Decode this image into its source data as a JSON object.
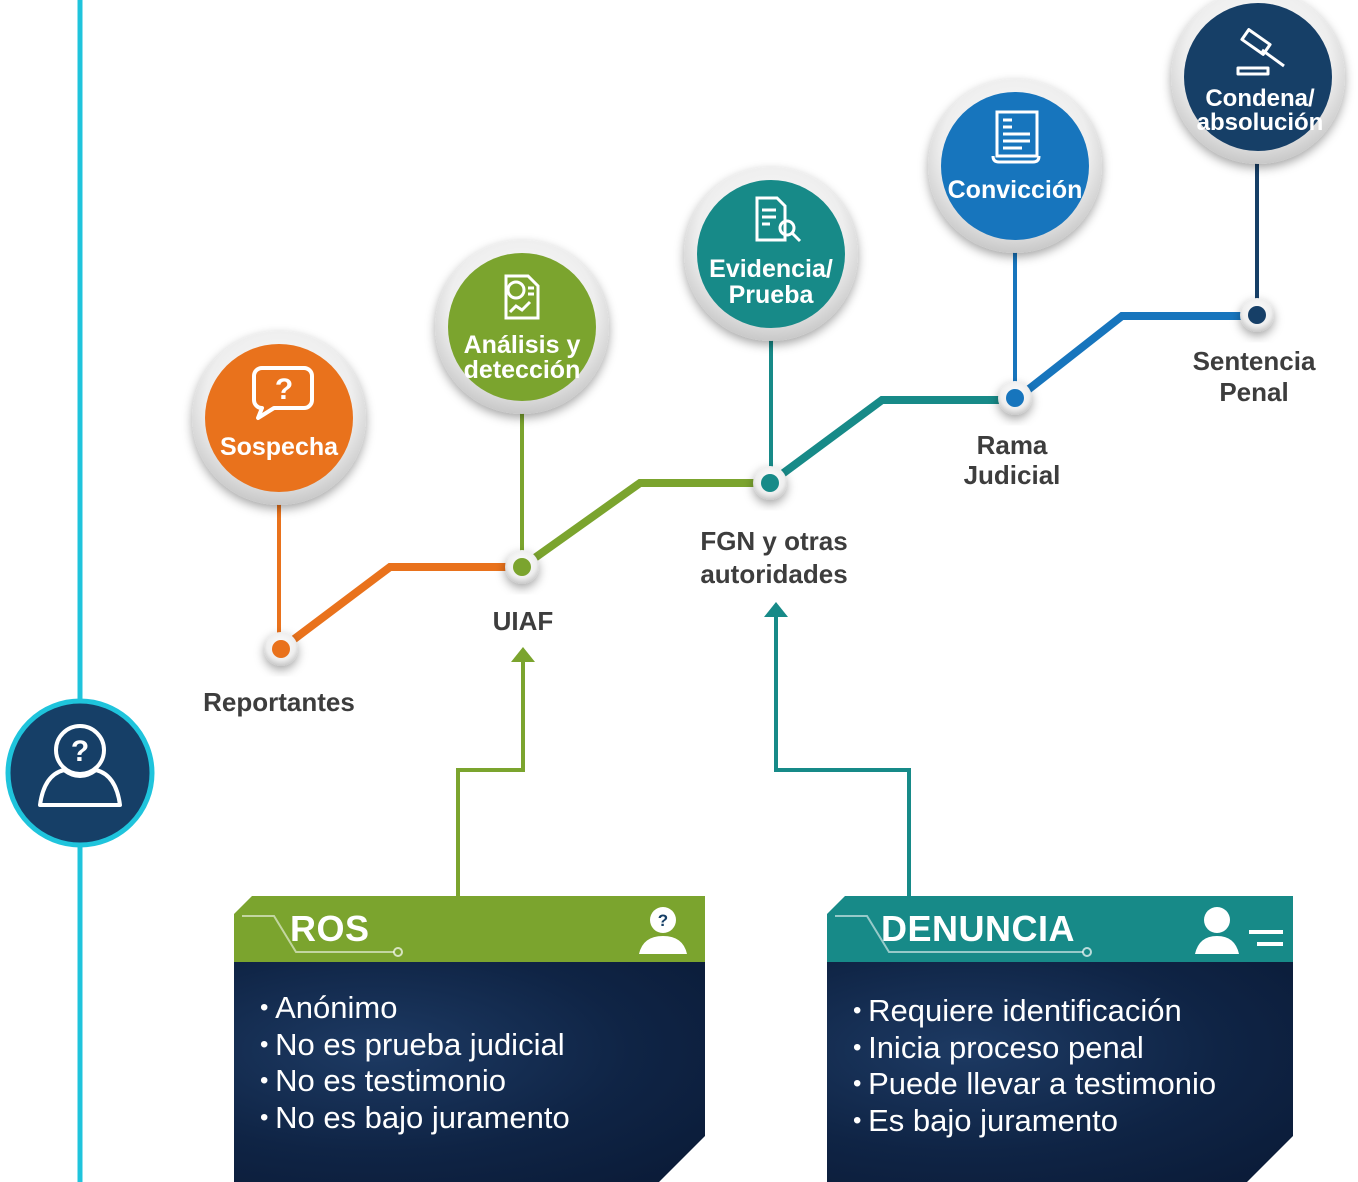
{
  "colors": {
    "orange": "#e9721c",
    "green": "#7ba42e",
    "teal": "#178a88",
    "blue": "#1775bd",
    "navy": "#163f67",
    "cyan_line": "#1fc4dc",
    "label_gray": "#3d3d3d"
  },
  "stages": [
    {
      "name": "Sospecha",
      "icon": "question-speech-bubble-icon"
    },
    {
      "name": "Análisis y detección",
      "line1": "Análisis y",
      "line2": "detección",
      "icon": "analysis-document-icon"
    },
    {
      "name": "Evidencia/ Prueba",
      "line1": "Evidencia/",
      "line2": "Prueba",
      "icon": "document-search-icon"
    },
    {
      "name": "Convicción",
      "icon": "certificate-document-icon"
    },
    {
      "name": "Condena/ absolución",
      "line1": "Condena/",
      "line2": "absolución",
      "icon": "gavel-icon"
    }
  ],
  "actors": {
    "reportantes": "Reportantes",
    "uiaf": "UIAF",
    "fgn_line1": "FGN y otras",
    "fgn_line2": "autoridades",
    "rama_line1": "Rama",
    "rama_line2": "Judicial",
    "sentencia_line1": "Sentencia",
    "sentencia_line2": "Penal"
  },
  "side_icon": "person-question-icon",
  "cards": {
    "ros": {
      "title": "ROS",
      "icon": "person-question-icon",
      "items": [
        "Anónimo",
        "No es prueba judicial",
        "No es testimonio",
        "No es bajo juramento"
      ]
    },
    "denuncia": {
      "title": "DENUNCIA",
      "icon": "person-list-icon",
      "items": [
        "Requiere identificación",
        "Inicia proceso penal",
        "Puede llevar a testimonio",
        "Es bajo juramento"
      ]
    }
  }
}
